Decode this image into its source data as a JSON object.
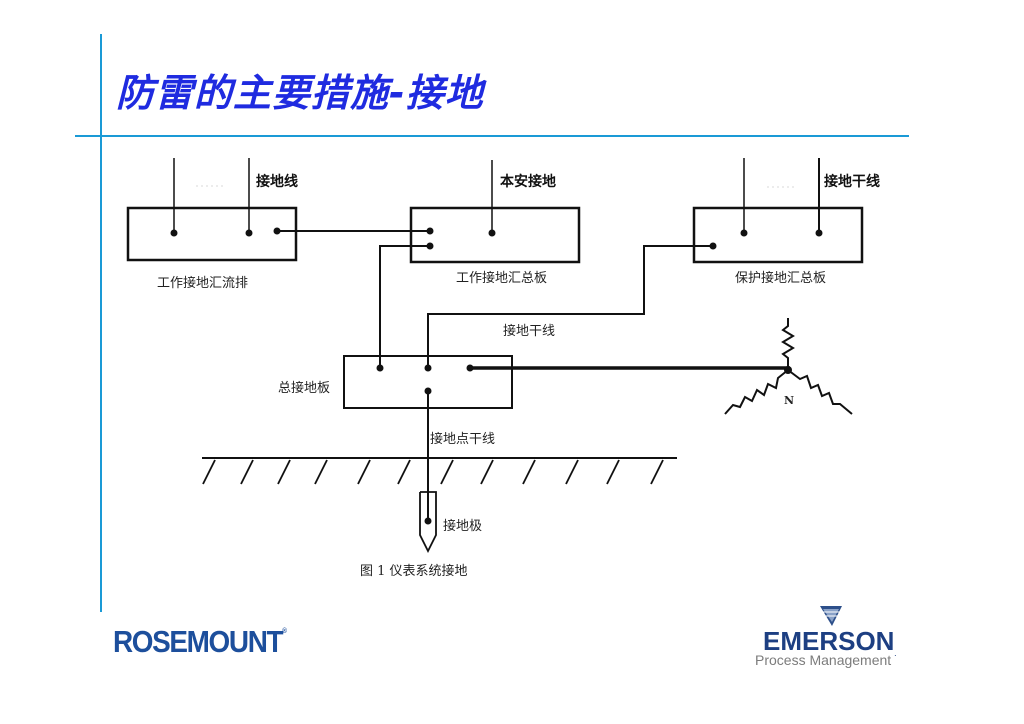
{
  "slide": {
    "title": "防雷的主要措施-接地",
    "accent_color": "#1a9ad6",
    "title_color": "#1f2be0"
  },
  "diagram": {
    "nodes": {
      "working_ground_busbar": {
        "label": "工作接地汇流排",
        "wire_label": "接地线"
      },
      "working_ground_panel": {
        "label": "工作接地汇总板",
        "wire_label": "本安接地"
      },
      "protective_ground_panel": {
        "label": "保护接地汇总板",
        "wire_label": "接地干线"
      },
      "main_ground_board": {
        "label": "总接地板"
      },
      "ground_electrode": {
        "label": "接地极"
      },
      "transformer_neutral": {
        "label": "N"
      }
    },
    "wire_labels": {
      "trunk": "接地干线",
      "point_trunk": "接地点干线"
    },
    "caption": "图 1  仪表系统接地"
  },
  "footer": {
    "left_logo": "ROSEMOUNT",
    "left_logo_mark": "®",
    "right_logo": "EMERSON",
    "right_logo_mark": ".",
    "right_subtitle": "Process Management",
    "left_logo_color": "#1d4f9c",
    "right_logo_color": "#1d3f82"
  }
}
